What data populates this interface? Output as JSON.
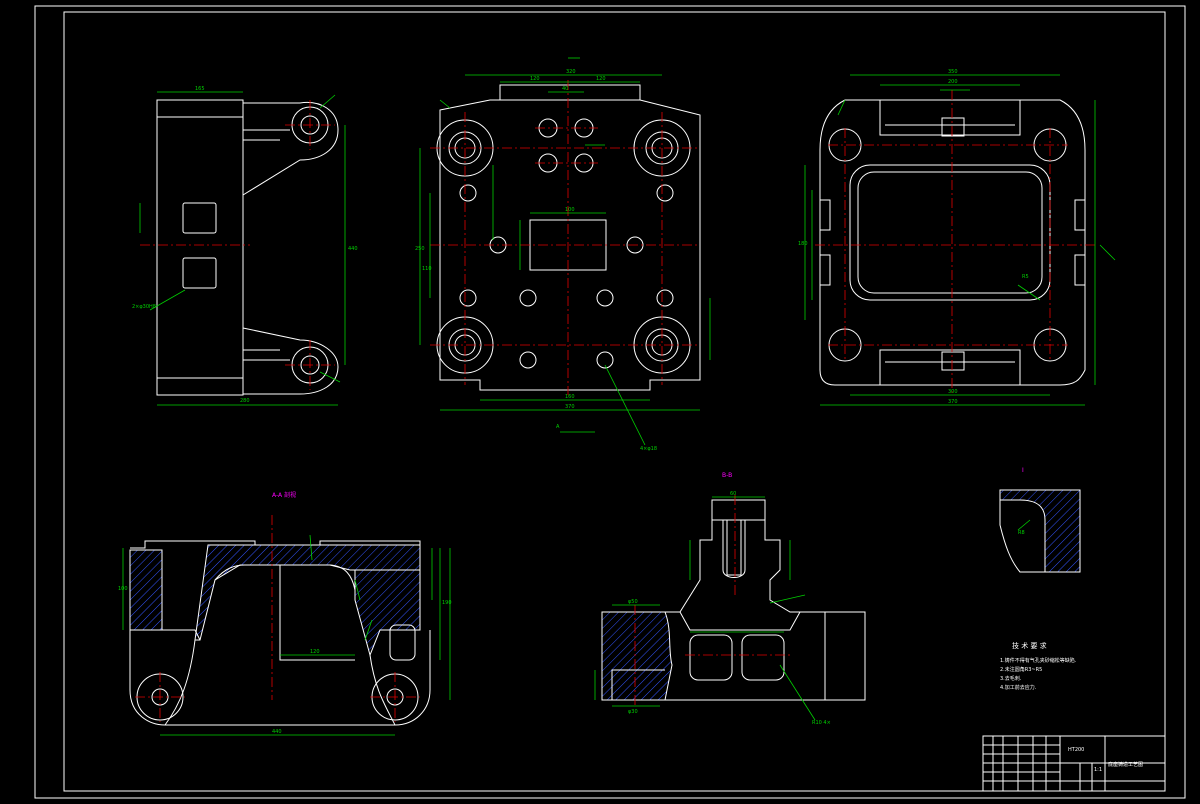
{
  "drawing": {
    "colors": {
      "background": "#000000",
      "outline": "#ffffff",
      "dimension": "#00d000",
      "centerline": "#e00000",
      "hatch": "#3355ff",
      "section_label": "#ff00ff"
    },
    "tech_requirements": {
      "title": "技 术 要 求",
      "items": [
        "1.铸件不得有气孔夹砂缩松等缺陷.",
        "2.未注圆角R3~R5",
        "3.去毛刺.",
        "4.加工前去应力."
      ]
    },
    "title_block": {
      "drawing_name": "底座铸造工艺图",
      "material": "HT200",
      "scale": "1:1"
    }
  }
}
